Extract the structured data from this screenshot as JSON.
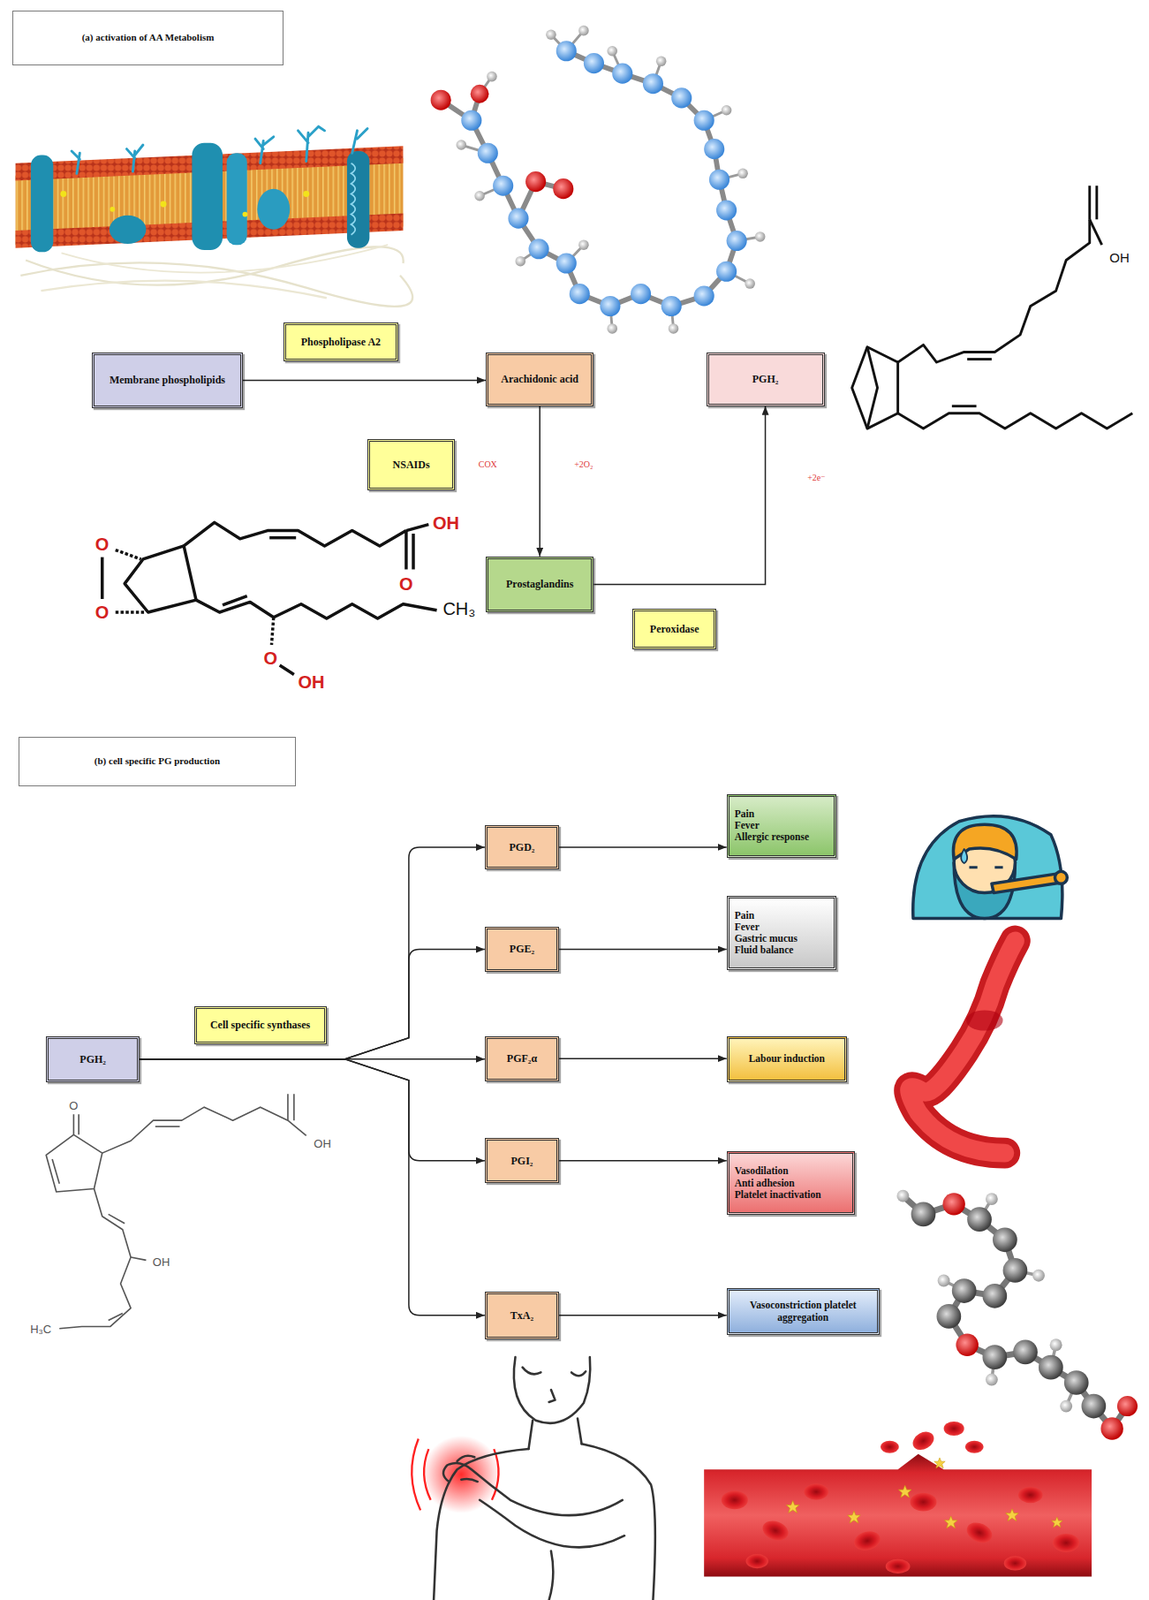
{
  "diagram": {
    "nodes": [
      {
        "text": [
          "(a) activation of AA Metabolism"
        ]
      },
      {
        "text": [
          "Phospholipase A2"
        ]
      },
      {
        "text": [
          "Membrane phospholipids"
        ]
      },
      {
        "text": [
          "Arachidonic acid"
        ]
      },
      {
        "text": [
          "PGH₂"
        ]
      },
      {
        "text": [
          "NSAIDs"
        ]
      },
      {
        "text": [
          "Prostaglandins"
        ]
      },
      {
        "text": [
          "Peroxidase"
        ]
      },
      {
        "text": [
          "(b) cell specific PG production"
        ]
      },
      {
        "text": [
          "Cell specific synthases"
        ]
      },
      {
        "text": [
          "PGH₂"
        ]
      },
      {
        "text": [
          "PGD₂"
        ]
      },
      {
        "text": [
          "Pain",
          "Fever",
          "Allergic response"
        ]
      },
      {
        "text": [
          "PGE₂"
        ]
      },
      {
        "text": [
          "Pain",
          "Fever",
          "Gastric mucus",
          "Fluid balance"
        ]
      },
      {
        "text": [
          "PGF₂α"
        ]
      },
      {
        "text": [
          "Labour induction"
        ]
      },
      {
        "text": [
          "PGI₂"
        ]
      },
      {
        "text": [
          "Vasodilation",
          "Anti adhesion",
          "Platelet inactivation"
        ]
      },
      {
        "text": [
          "TxA₂"
        ]
      },
      {
        "text": [
          "Vasoconstriction platelet aggregation"
        ]
      }
    ],
    "edges": [
      {
        "from": 2,
        "to": 3,
        "arrow": "to"
      },
      {
        "from": 3,
        "to": 6,
        "arrow": "to"
      },
      {
        "from": 6,
        "to": 4,
        "arrow": "to"
      },
      {
        "from": 10,
        "to": 11,
        "arrow": "to"
      },
      {
        "from": 10,
        "to": 13,
        "arrow": "to"
      },
      {
        "from": 10,
        "to": 15,
        "arrow": "to"
      },
      {
        "from": 10,
        "to": 17,
        "arrow": "to"
      },
      {
        "from": 10,
        "to": 19,
        "arrow": "to"
      },
      {
        "from": 11,
        "to": 12,
        "arrow": "to"
      },
      {
        "from": 13,
        "to": 14,
        "arrow": "to"
      },
      {
        "from": 15,
        "to": 16,
        "arrow": "to"
      },
      {
        "from": 17,
        "to": 18,
        "arrow": "to"
      },
      {
        "from": 19,
        "to": 20,
        "arrow": "to"
      }
    ],
    "labels": [
      "COX",
      "+2O₂",
      "+2e⁻",
      "OH",
      "O",
      "O",
      "OH",
      "O",
      "CH₃",
      "O",
      "OH",
      "O",
      "OH",
      "OH",
      "H₃C"
    ]
  }
}
